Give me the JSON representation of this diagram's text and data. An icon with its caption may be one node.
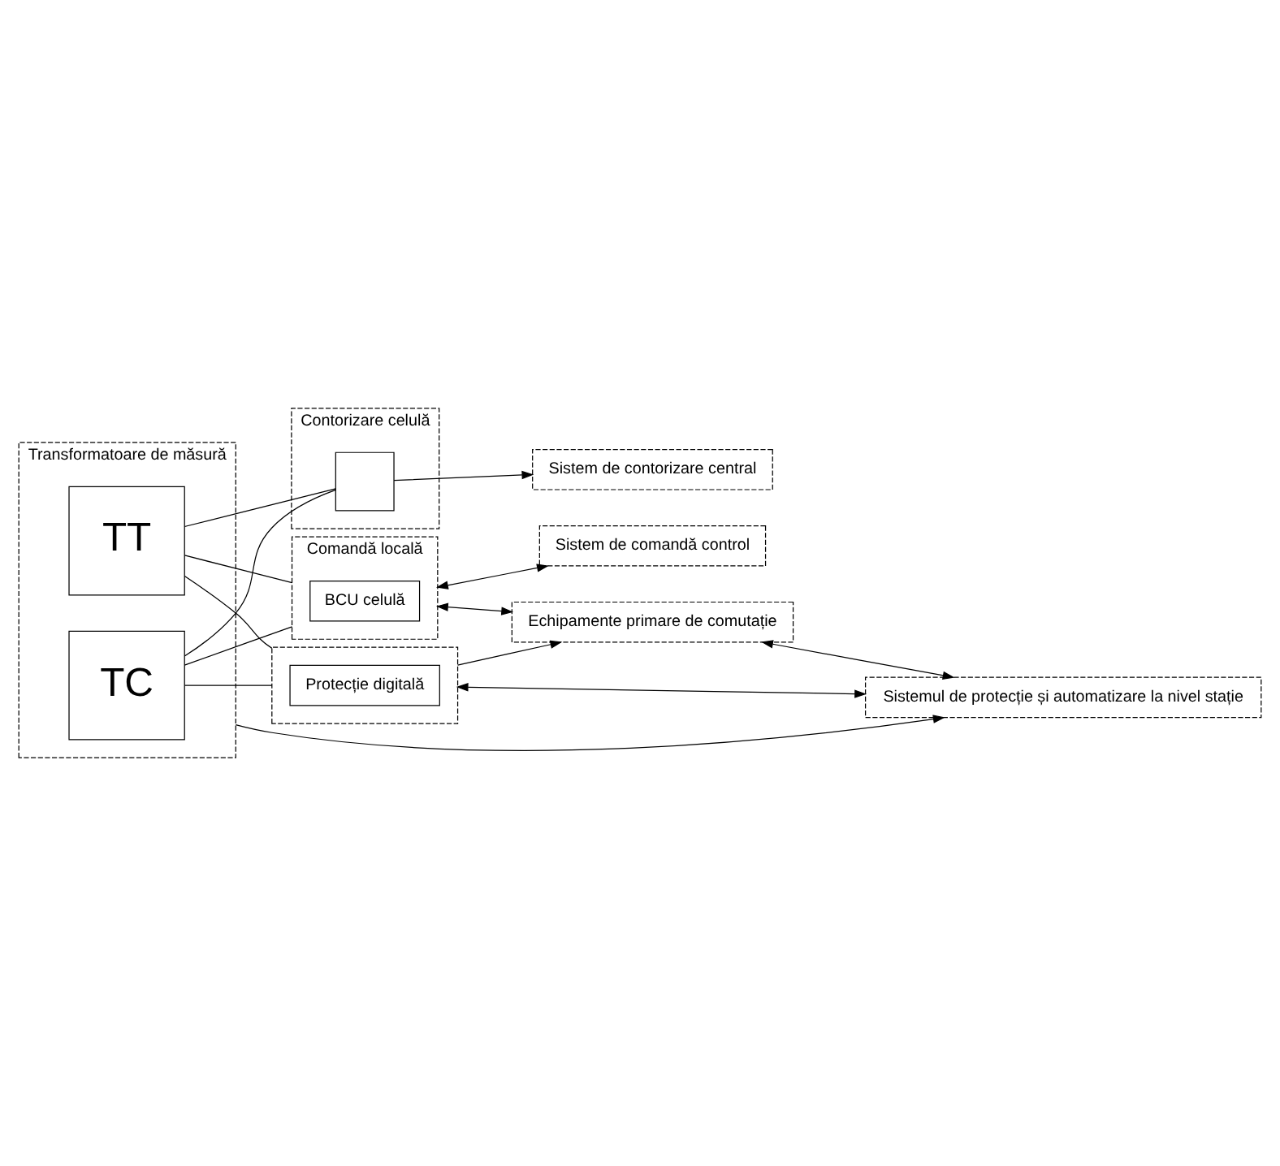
{
  "diagram": {
    "nodes": [
      {
        "text": [
          "Transformatoare de măsură"
        ]
      },
      {
        "text": [
          "TC"
        ],
        "in": 0
      },
      {
        "text": [
          "TT"
        ],
        "in": 0
      },
      {
        "text": [
          "Contorizare celulă"
        ]
      },
      {
        "text": [],
        "shape": "box",
        "in": 3
      },
      {
        "text": [
          "Comandă locală"
        ]
      },
      {
        "text": [
          "BCU celulă"
        ],
        "in": 5
      },
      {
        "text": [],
        "shape": "box"
      },
      {
        "text": [
          "Protecție digitală"
        ],
        "in": 7
      },
      {
        "text": [
          "Sistem de contorizare central"
        ]
      },
      {
        "text": [
          "Sistem de comandă control"
        ]
      },
      {
        "text": [
          "Echipamente primare de comutație"
        ]
      },
      {
        "text": [
          "Sistemul de protecție și automatizare la nivel stație"
        ]
      }
    ],
    "edges": [
      {
        "from": 1,
        "to": 4,
        "arrow": "none"
      },
      {
        "from": 2,
        "to": 4,
        "arrow": "none"
      },
      {
        "from": 1,
        "to": 5,
        "arrow": "none"
      },
      {
        "from": 2,
        "to": 5,
        "arrow": "none"
      },
      {
        "from": 1,
        "to": 7,
        "arrow": "none"
      },
      {
        "from": 2,
        "to": 7,
        "arrow": "none"
      },
      {
        "from": 4,
        "to": 9,
        "arrow": "to"
      },
      {
        "from": 5,
        "to": 10,
        "arrow": "both"
      },
      {
        "from": 5,
        "to": 11,
        "arrow": "both"
      },
      {
        "from": 7,
        "to": 11,
        "arrow": "to"
      },
      {
        "from": 0,
        "to": 12,
        "arrow": "to"
      },
      {
        "from": 7,
        "to": 12,
        "arrow": "both"
      },
      {
        "from": 11,
        "to": 12,
        "arrow": "both"
      }
    ]
  }
}
